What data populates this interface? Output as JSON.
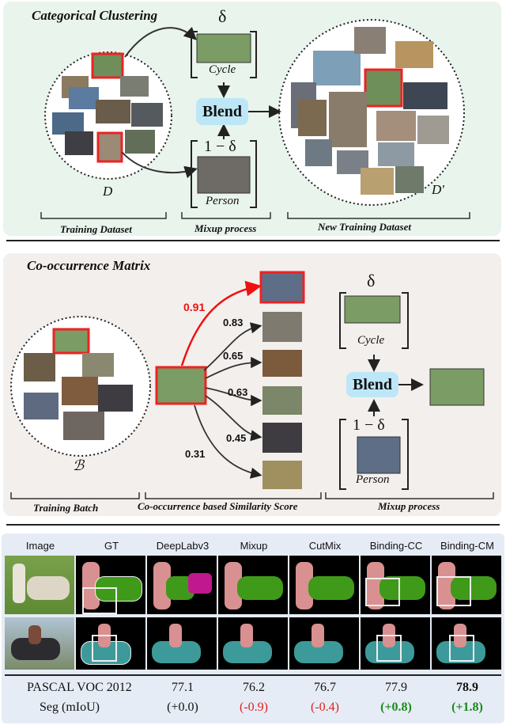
{
  "section1": {
    "title": "Categorical Clustering",
    "delta": "δ",
    "one_minus_delta": "1 − δ",
    "cycle_label": "Cycle",
    "person_label": "Person",
    "blend_label": "Blend",
    "dataset_label": "D",
    "new_dataset_label": "D'",
    "brackets": [
      "Training Dataset",
      "Mixup process",
      "New Training Dataset"
    ]
  },
  "section2": {
    "title": "Co-occurrence Matrix",
    "batch_label": "ℬ",
    "scores": [
      "0.91",
      "0.83",
      "0.65",
      "0.63",
      "0.45",
      "0.31"
    ],
    "delta": "δ",
    "one_minus_delta": "1 − δ",
    "cycle_label": "Cycle",
    "person_label": "Person",
    "blend_label": "Blend",
    "brackets": [
      "Training Batch",
      "Co-occurrence based Similarity Score",
      "Mixup process"
    ]
  },
  "section3": {
    "columns": [
      "Image",
      "GT",
      "DeepLabv3",
      "Mixup",
      "CutMix",
      "Binding-CC",
      "Binding-CM"
    ],
    "row1_label": "PASCAL VOC 2012",
    "row2_label": "Seg (mIoU)",
    "values": [
      "77.1",
      "76.2",
      "76.7",
      "77.9",
      "78.9"
    ],
    "deltas": [
      "(+0.0)",
      "(-0.9)",
      "(-0.4)",
      "(+0.8)",
      "(+1.8)"
    ],
    "colors": {
      "neutral": "#111111",
      "negative": "#e02020",
      "positive": "#1a8a1a"
    }
  }
}
